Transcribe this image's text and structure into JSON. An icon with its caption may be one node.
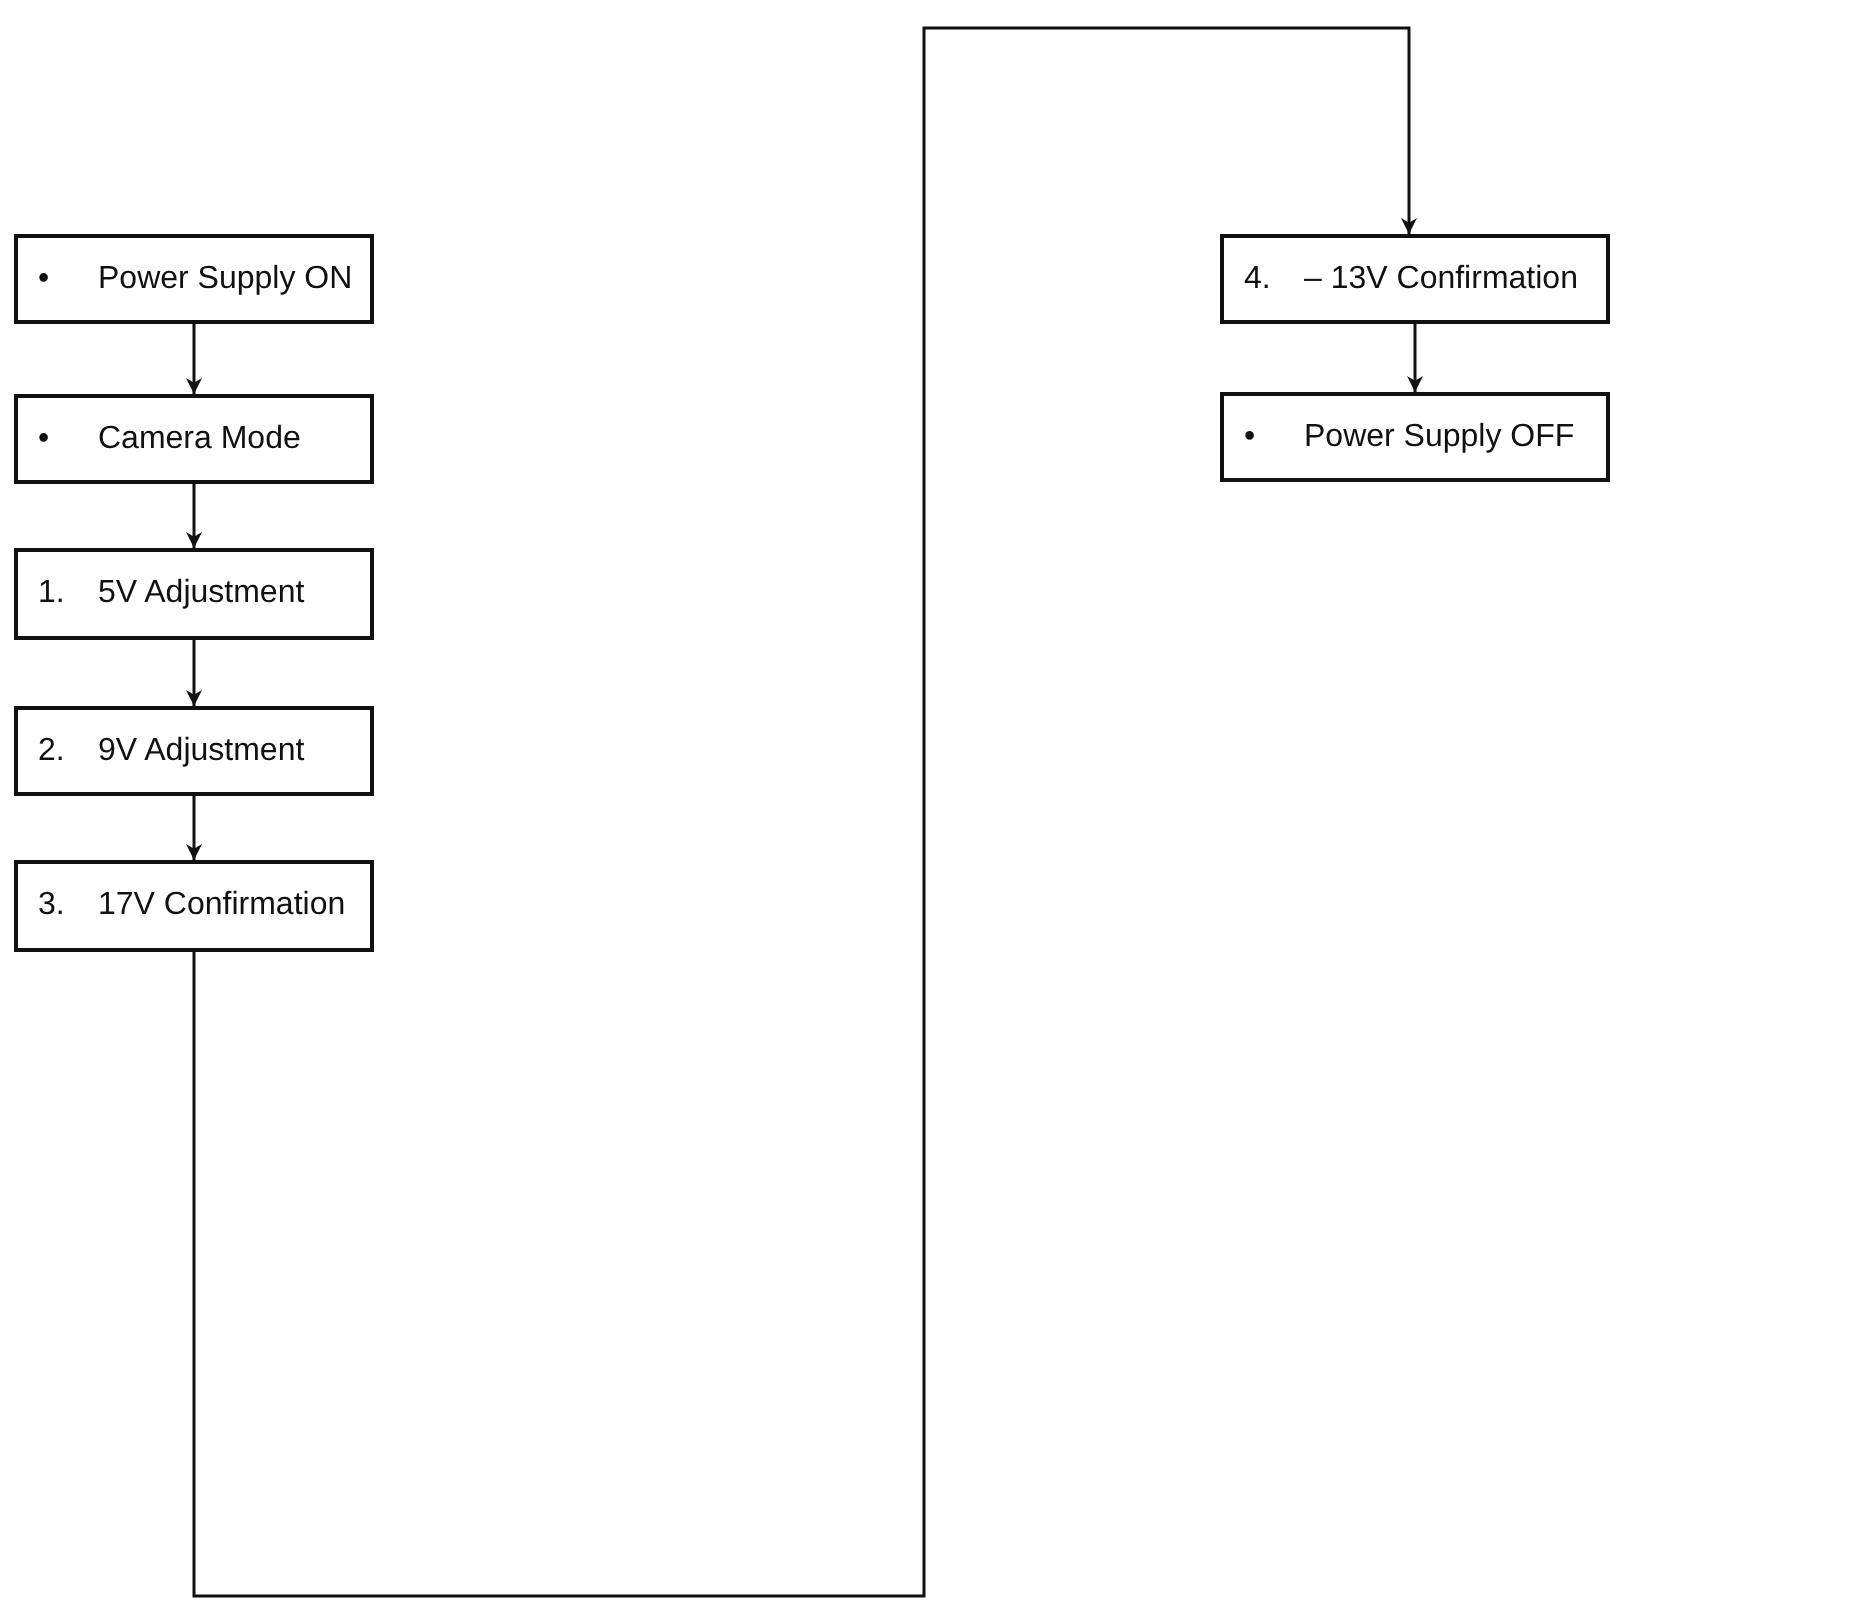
{
  "diagram": {
    "nodes": [
      {
        "text": [
          "•",
          "Power Supply ON"
        ]
      },
      {
        "text": [
          "•",
          "Camera Mode"
        ]
      },
      {
        "text": [
          "1.",
          "5V Adjustment"
        ]
      },
      {
        "text": [
          "2.",
          "9V Adjustment"
        ]
      },
      {
        "text": [
          "3.",
          "17V Confirmation"
        ]
      },
      {
        "text": [
          "4.",
          "– 13V Confirmation"
        ]
      },
      {
        "text": [
          "•",
          "Power Supply OFF"
        ]
      }
    ],
    "edges": [
      {
        "from": 0,
        "to": 1,
        "arrow": "to"
      },
      {
        "from": 1,
        "to": 2,
        "arrow": "to"
      },
      {
        "from": 2,
        "to": 3,
        "arrow": "to"
      },
      {
        "from": 3,
        "to": 4,
        "arrow": "to"
      },
      {
        "from": 4,
        "to": 5,
        "arrow": "to"
      },
      {
        "from": 5,
        "to": 6,
        "arrow": "to"
      }
    ]
  }
}
